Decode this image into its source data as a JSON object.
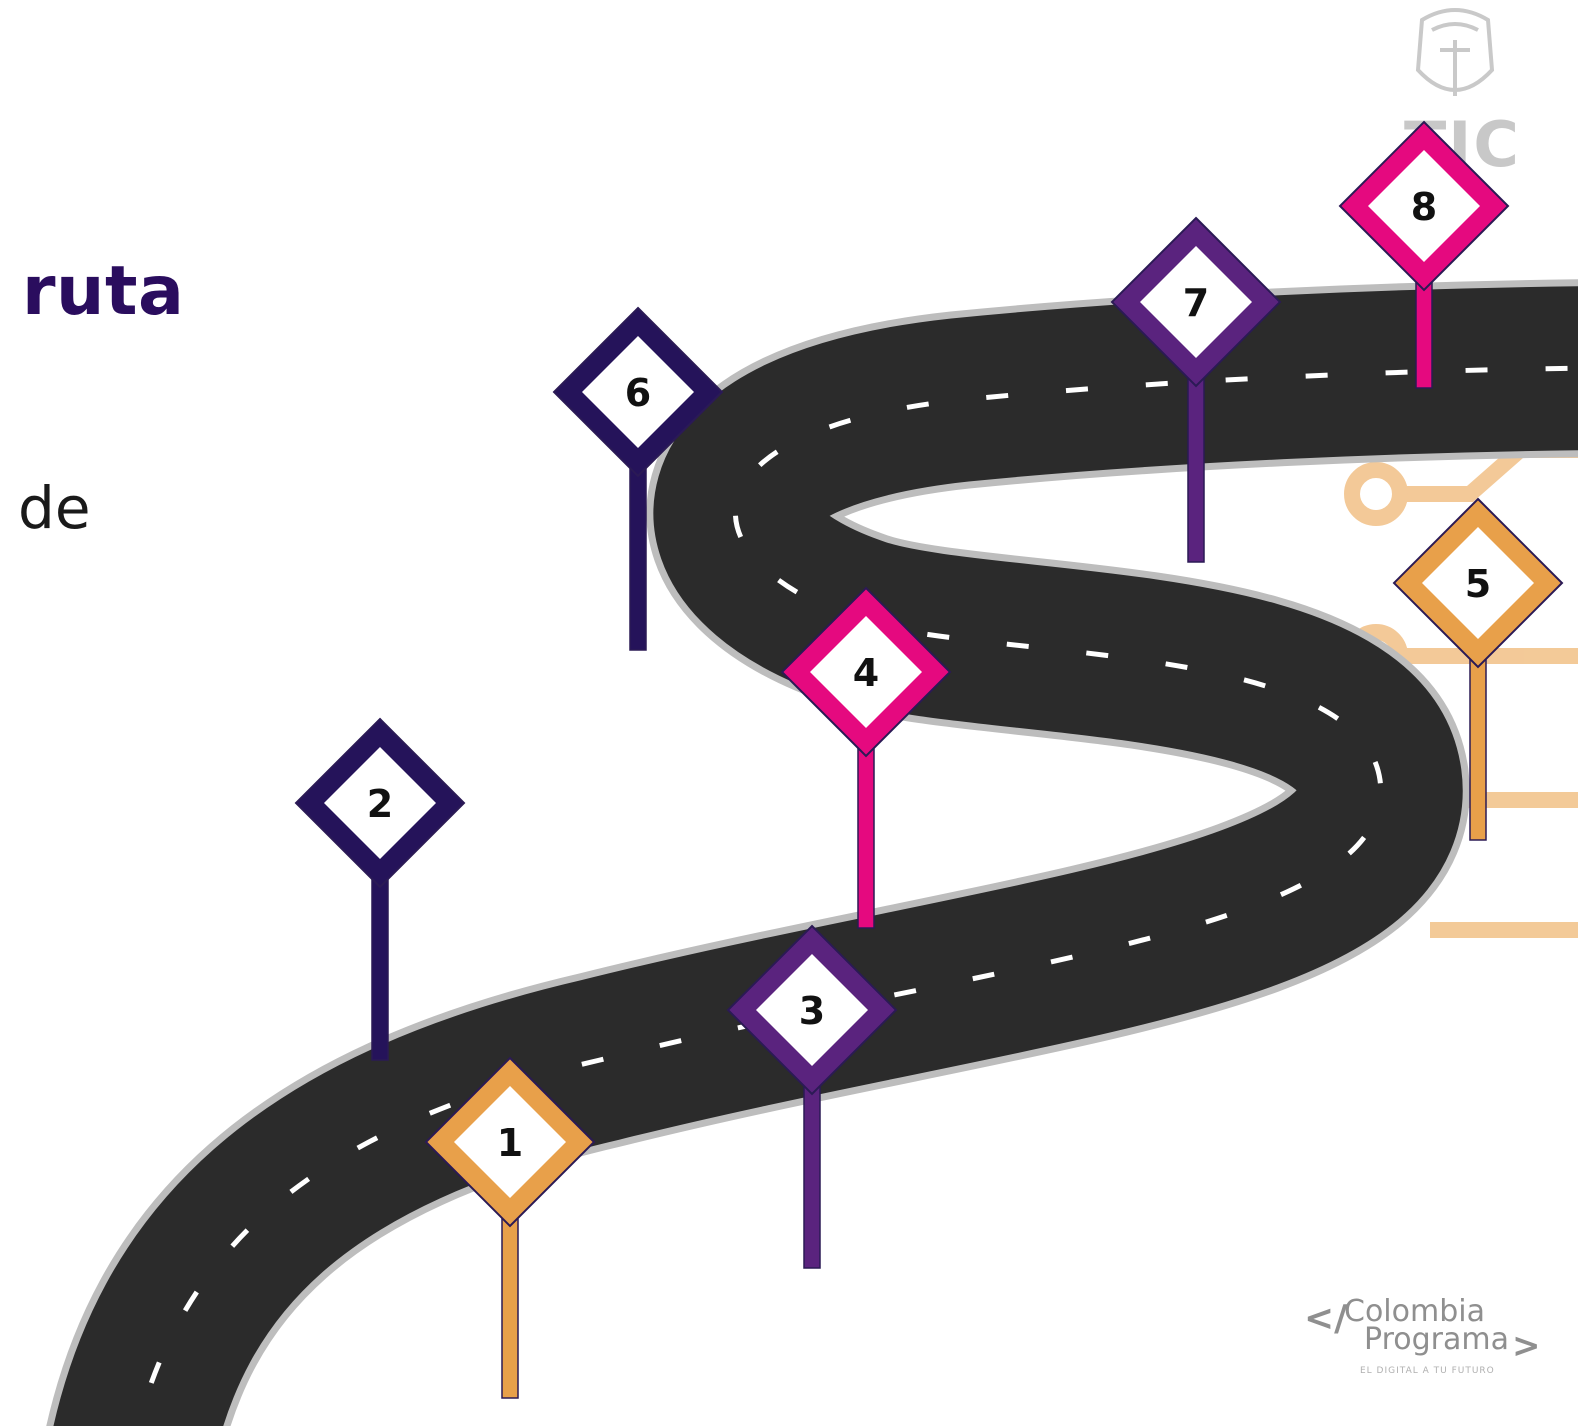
{
  "heading": {
    "word": "ruta"
  },
  "body_text": {
    "word": "de"
  },
  "brand": {
    "tic_text": "TIC",
    "colombia_programa_line1": "Colombia",
    "colombia_programa_line2": "Programa",
    "colombia_programa_bracket_left": "</",
    "colombia_programa_bracket_right": ">",
    "colombia_programa_tagline": "EL DIGITAL A TU FUTURO"
  },
  "colors": {
    "orange": "#e8a04a",
    "navy": "#25135a",
    "purple": "#5a237e",
    "magenta": "#e5097f",
    "road": "#2b2b2b",
    "road_edge": "#bdbdbd",
    "circuit": "#f2c48d"
  },
  "signs": [
    {
      "number": "1",
      "color": "orange"
    },
    {
      "number": "2",
      "color": "navy"
    },
    {
      "number": "3",
      "color": "purple"
    },
    {
      "number": "4",
      "color": "magenta"
    },
    {
      "number": "5",
      "color": "orange"
    },
    {
      "number": "6",
      "color": "navy"
    },
    {
      "number": "7",
      "color": "purple"
    },
    {
      "number": "8",
      "color": "magenta"
    }
  ]
}
